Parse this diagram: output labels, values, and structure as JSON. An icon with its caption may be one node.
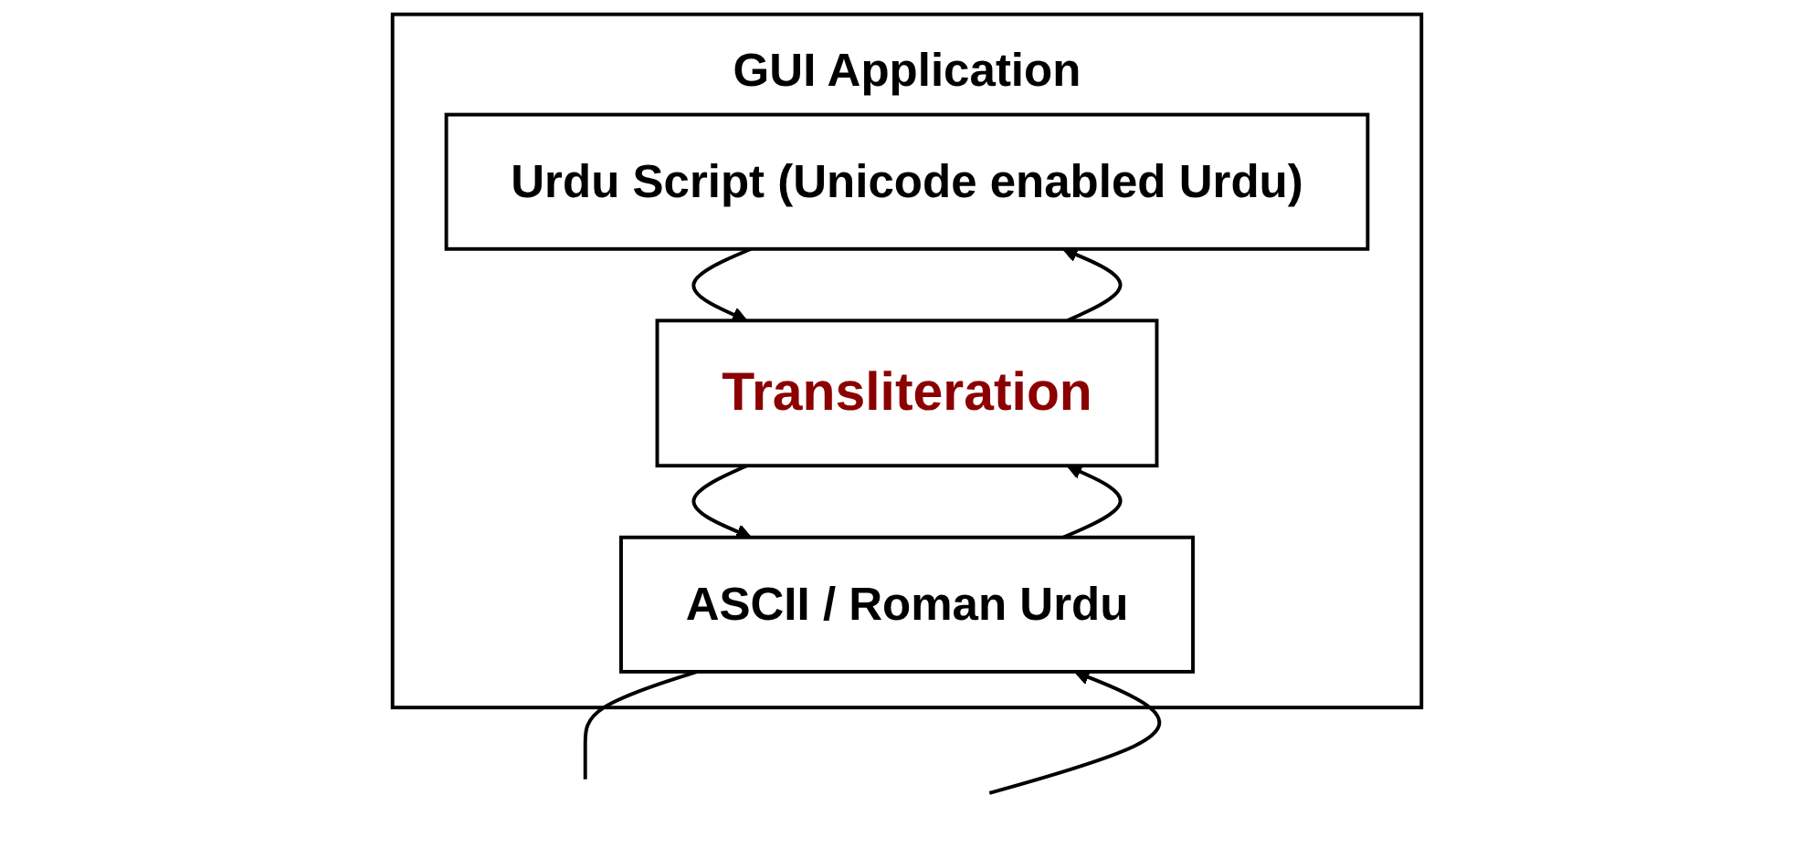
{
  "diagram": {
    "nodes": [
      {
        "text": [
          "GUI Application"
        ]
      },
      {
        "text": [
          "Urdu Script (Unicode enabled Urdu)"
        ],
        "in": 0
      },
      {
        "text": [
          "Transliteration"
        ],
        "in": 0
      },
      {
        "text": [
          "ASCII / Roman Urdu"
        ],
        "in": 0
      }
    ],
    "edges": [
      {
        "from": 1,
        "to": 2,
        "arrow": "to"
      },
      {
        "from": 2,
        "to": 1,
        "arrow": "to"
      },
      {
        "from": 2,
        "to": 3,
        "arrow": "to"
      },
      {
        "from": 3,
        "to": 2,
        "arrow": "to"
      },
      {
        "from": 3,
        "to": null,
        "arrow": "none"
      },
      {
        "from": null,
        "to": 3,
        "arrow": "to"
      }
    ]
  }
}
